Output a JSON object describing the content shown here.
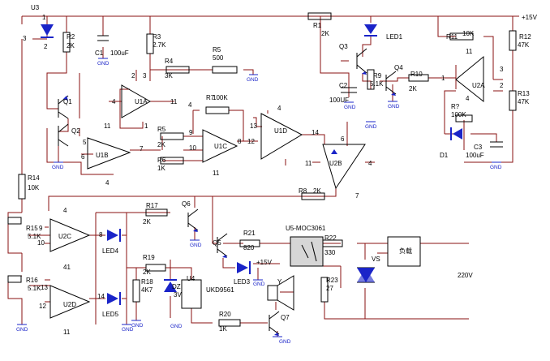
{
  "labels": {
    "u3": "U3",
    "pin_3_u3": "3",
    "pin_1_u3": "1",
    "pin_2_u3": "2",
    "r2": "R2",
    "r2_value": "2K",
    "c1": "C1",
    "c1_value": "100uF",
    "r3": "R3",
    "r3_value": "2.7K",
    "r4": "R4",
    "r4_value": "3K",
    "r5": "R5",
    "r5_value": "500",
    "pin_2_u1a": "2",
    "pin_3_u1a": "3",
    "u1a": "U1A",
    "pin_4_u1a": "4",
    "pin_11_u1a": "11",
    "pin_1_u1a": "1",
    "r7": "R7",
    "r7_value": "100K",
    "pin_4_u1c": "4",
    "r5b": "R5",
    "r5b_value": "2K",
    "r6": "R6",
    "r6_value": "1K",
    "pin_9_u1c": "9",
    "pin_10_u1c": "10",
    "u1c": "U1C",
    "pin_8_u1c": "8",
    "pin_11_u1c": "11",
    "pin_12_u1d": "12",
    "pin_13_u1d": "13",
    "pin_4_u1d": "4",
    "u1d": "U1D",
    "pin_14_u1d": "14",
    "pin_11_u2b": "11",
    "pin_6_u2b": "6",
    "u2b": "U2B",
    "pin_4_u2b": "4",
    "pin_7_u2b": "7",
    "r8": "R8",
    "r8_value": "2K",
    "r1": "R1",
    "r1_value": "2K",
    "led1": "LED1",
    "q3": "Q3",
    "c2": "C2",
    "c2_value": "100UF",
    "r9": "R9",
    "r9_value": "5.1K",
    "q4": "Q4",
    "r10": "R10",
    "r10_value": "2K",
    "pin_1_u2a": "1",
    "r11": "R11",
    "r11_value": "10K",
    "pin_11_u2a": "11",
    "u2a": "U2A",
    "pin_3_u2a": "3",
    "pin_2_u2a": "2",
    "pin_4_u2a": "4",
    "vcc_top": "+15V",
    "r12": "R12",
    "r12_value": "47K",
    "r13": "R13",
    "r13_value": "47K",
    "r7b": "R?",
    "r7b_value": "100K",
    "d1": "D1",
    "c3": "C3",
    "c3_value": "100uF",
    "q1": "Q1",
    "q2": "Q2",
    "pin_5_u1b": "5",
    "pin_6_u1b": "6",
    "u1b": "U1B",
    "pin_7_u1b": "7",
    "pin_11_u1b": "11",
    "pin_4_u1b": "4",
    "r14": "R14",
    "r14_value": "10K",
    "r15": "R15",
    "r15_value": "5.1K",
    "r16": "R16",
    "r16_value": "5.1K",
    "pin_9_u2c": "9",
    "pin_10_u2c": "10",
    "pin_4_u2c": "4",
    "u2c": "U2C",
    "pin_41_u2c": "41",
    "pin_8_u2c": "8",
    "pin_13_u2d": "13",
    "pin_12_u2d": "12",
    "u2d": "U2D",
    "pin_14_u2d": "14",
    "pin_11_u2d": "11",
    "led4": "LED4",
    "led5": "LED5",
    "r17": "R17",
    "r17_value": "2K",
    "q6": "Q6",
    "q5": "Q5",
    "r21": "R21",
    "r21_value": "820",
    "led3": "LED3",
    "vcc_mid": "+15V",
    "u5_moc3061": "U5-MOC3061",
    "r22": "R22",
    "r22_value": "330",
    "vs": "VS",
    "load": "负载",
    "v220": "220V",
    "r23": "R23",
    "r23_value": "27",
    "r19": "R19",
    "r19_value": "2K",
    "r18": "R18",
    "r18_value": "4K7",
    "dz": "DZ",
    "dz_value": "3V",
    "u4": "U4",
    "ukd9561": "UKD9561",
    "r20": "R20",
    "r20_value": "1K",
    "y": "Y",
    "q7": "Q7",
    "gnd": "GND"
  },
  "colors": {
    "wire": "#8a1010",
    "component": "#000000",
    "semiconductor": "#1a24c8",
    "optocoupler_fill": "#d6d6d6",
    "background": "#ffffff"
  }
}
